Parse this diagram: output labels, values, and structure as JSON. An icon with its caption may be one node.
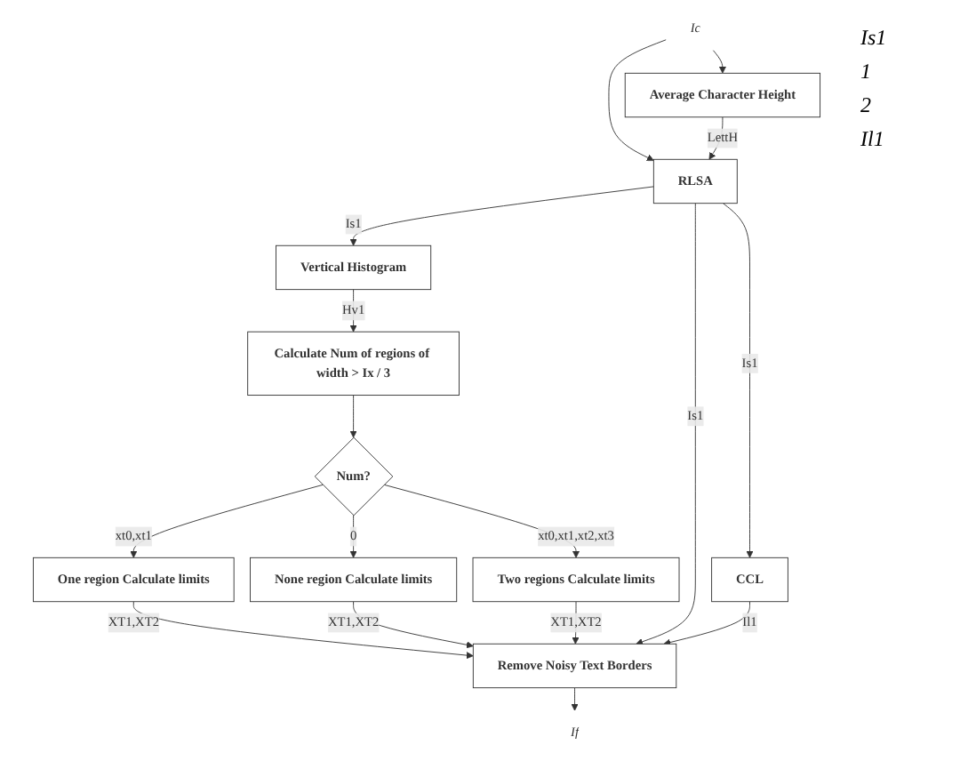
{
  "diagram": {
    "nodes": [
      {
        "text": [
          "Ic"
        ]
      },
      {
        "text": [
          "Average Character Height"
        ]
      },
      {
        "text": [
          "RLSA"
        ]
      },
      {
        "text": [
          "CCL"
        ]
      },
      {
        "text": [
          "Vertical Histogram"
        ]
      },
      {
        "text": [
          "Calculate Num of regions of width > Ix / 3"
        ]
      },
      {
        "text": [
          "Num?"
        ]
      },
      {
        "text": [
          "One region Calculate limits"
        ]
      },
      {
        "text": [
          "Two regions Calculate limits"
        ]
      },
      {
        "text": [
          "None region Calculate limits"
        ]
      },
      {
        "text": [
          "Remove Noisy Text Borders"
        ]
      },
      {
        "text": [
          "If"
        ]
      }
    ],
    "edges": [
      {
        "from": 0,
        "to": 1,
        "arrow": "to"
      },
      {
        "from": 0,
        "to": 2,
        "arrow": "to"
      },
      {
        "from": 1,
        "to": 2,
        "arrow": "to",
        "label": "LettH"
      },
      {
        "from": 2,
        "to": 3,
        "arrow": "to",
        "label": "Is1"
      },
      {
        "from": 2,
        "to": 4,
        "arrow": "to",
        "label": "Is1"
      },
      {
        "from": 4,
        "to": 5,
        "arrow": "to",
        "label": "Hv1"
      },
      {
        "from": 5,
        "to": 6,
        "arrow": "to"
      },
      {
        "from": 6,
        "to": 7,
        "arrow": "to",
        "label": "xt0,xt1"
      },
      {
        "from": 6,
        "to": 8,
        "arrow": "to",
        "label": "xt0,xt1,xt2,xt3"
      },
      {
        "from": 6,
        "to": 9,
        "arrow": "to",
        "label": "0"
      },
      {
        "from": 7,
        "to": 10,
        "arrow": "to",
        "label": "XT1,XT2"
      },
      {
        "from": 9,
        "to": 10,
        "arrow": "to",
        "label": "XT1,XT2"
      },
      {
        "from": 8,
        "to": 10,
        "arrow": "to",
        "label": "XT1,XT2"
      },
      {
        "from": 2,
        "to": 10,
        "arrow": "to",
        "label": "Is1"
      },
      {
        "from": 3,
        "to": 10,
        "arrow": "to",
        "label": "Il1"
      },
      {
        "from": 10,
        "to": 11,
        "arrow": "to"
      }
    ],
    "labels": [
      "Is1",
      "1",
      "2",
      "Il1"
    ]
  }
}
